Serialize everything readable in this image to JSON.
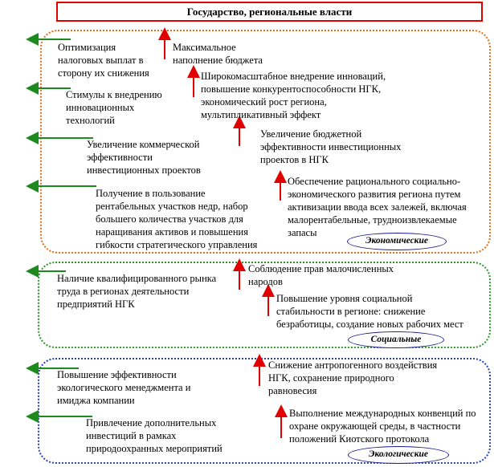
{
  "title": "Государство, региональные власти",
  "colors": {
    "red_arrow": "#e00000",
    "green_arrow": "#1c8a1c",
    "economic_border": "#e0701a",
    "social_border": "#2a9a2a",
    "ecological_border": "#2a40c0"
  },
  "economic": {
    "label": "Экономические",
    "left": [
      [
        "Оптимизация",
        "налоговых выплат в",
        "сторону их снижения"
      ],
      [
        "Стимулы к внедрению",
        "инновационных",
        "технологий"
      ],
      [
        "Увеличение коммерческой",
        "эффективности",
        "инвестиционных проектов"
      ],
      [
        "Получение в пользование",
        "рентабельных участков недр, набор",
        "большего количества участков для",
        "наращивания активов и повышения",
        "гибкости стратегического управления"
      ]
    ],
    "right": [
      [
        "Максимальное",
        "наполнение бюджета"
      ],
      [
        "Широкомасштабное внедрение инноваций,",
        "повышение конкурентоспособности НГК,",
        "экономический рост региона,",
        "мультипликативный эффект"
      ],
      [
        "Увеличение бюджетной",
        "эффективности инвестиционных",
        "проектов в НГК"
      ],
      [
        "Обеспечение рационального социально-",
        "экономического развития региона путем",
        "активизации ввода всех залежей, включая",
        "малорентабельные, трудноизвлекаемые",
        "запасы"
      ]
    ]
  },
  "social": {
    "label": "Социальные",
    "left": [
      [
        "Наличие квалифицированного рынка",
        "труда в регионах деятельности",
        "предприятий НГК"
      ]
    ],
    "right": [
      [
        "Соблюдение прав малочисленных",
        "народов"
      ],
      [
        "Повышение уровня социальной",
        "стабильности в регионе: снижение",
        "безработицы, создание новых рабочих мест"
      ]
    ]
  },
  "ecological": {
    "label": "Экологические",
    "left": [
      [
        "Повышение эффективности",
        "экологического менеджмента и",
        "имиджа компании"
      ],
      [
        "Привлечение дополнительных",
        "инвестиций в рамках",
        "природоохранных мероприятий"
      ]
    ],
    "right": [
      [
        "Снижение антропогенного воздействия",
        "НГК, сохранение природного",
        "равновесия"
      ],
      [
        "Выполнение международных конвенций по",
        "охране окружающей среды, в частности",
        "положений Киотского протокола"
      ]
    ]
  }
}
